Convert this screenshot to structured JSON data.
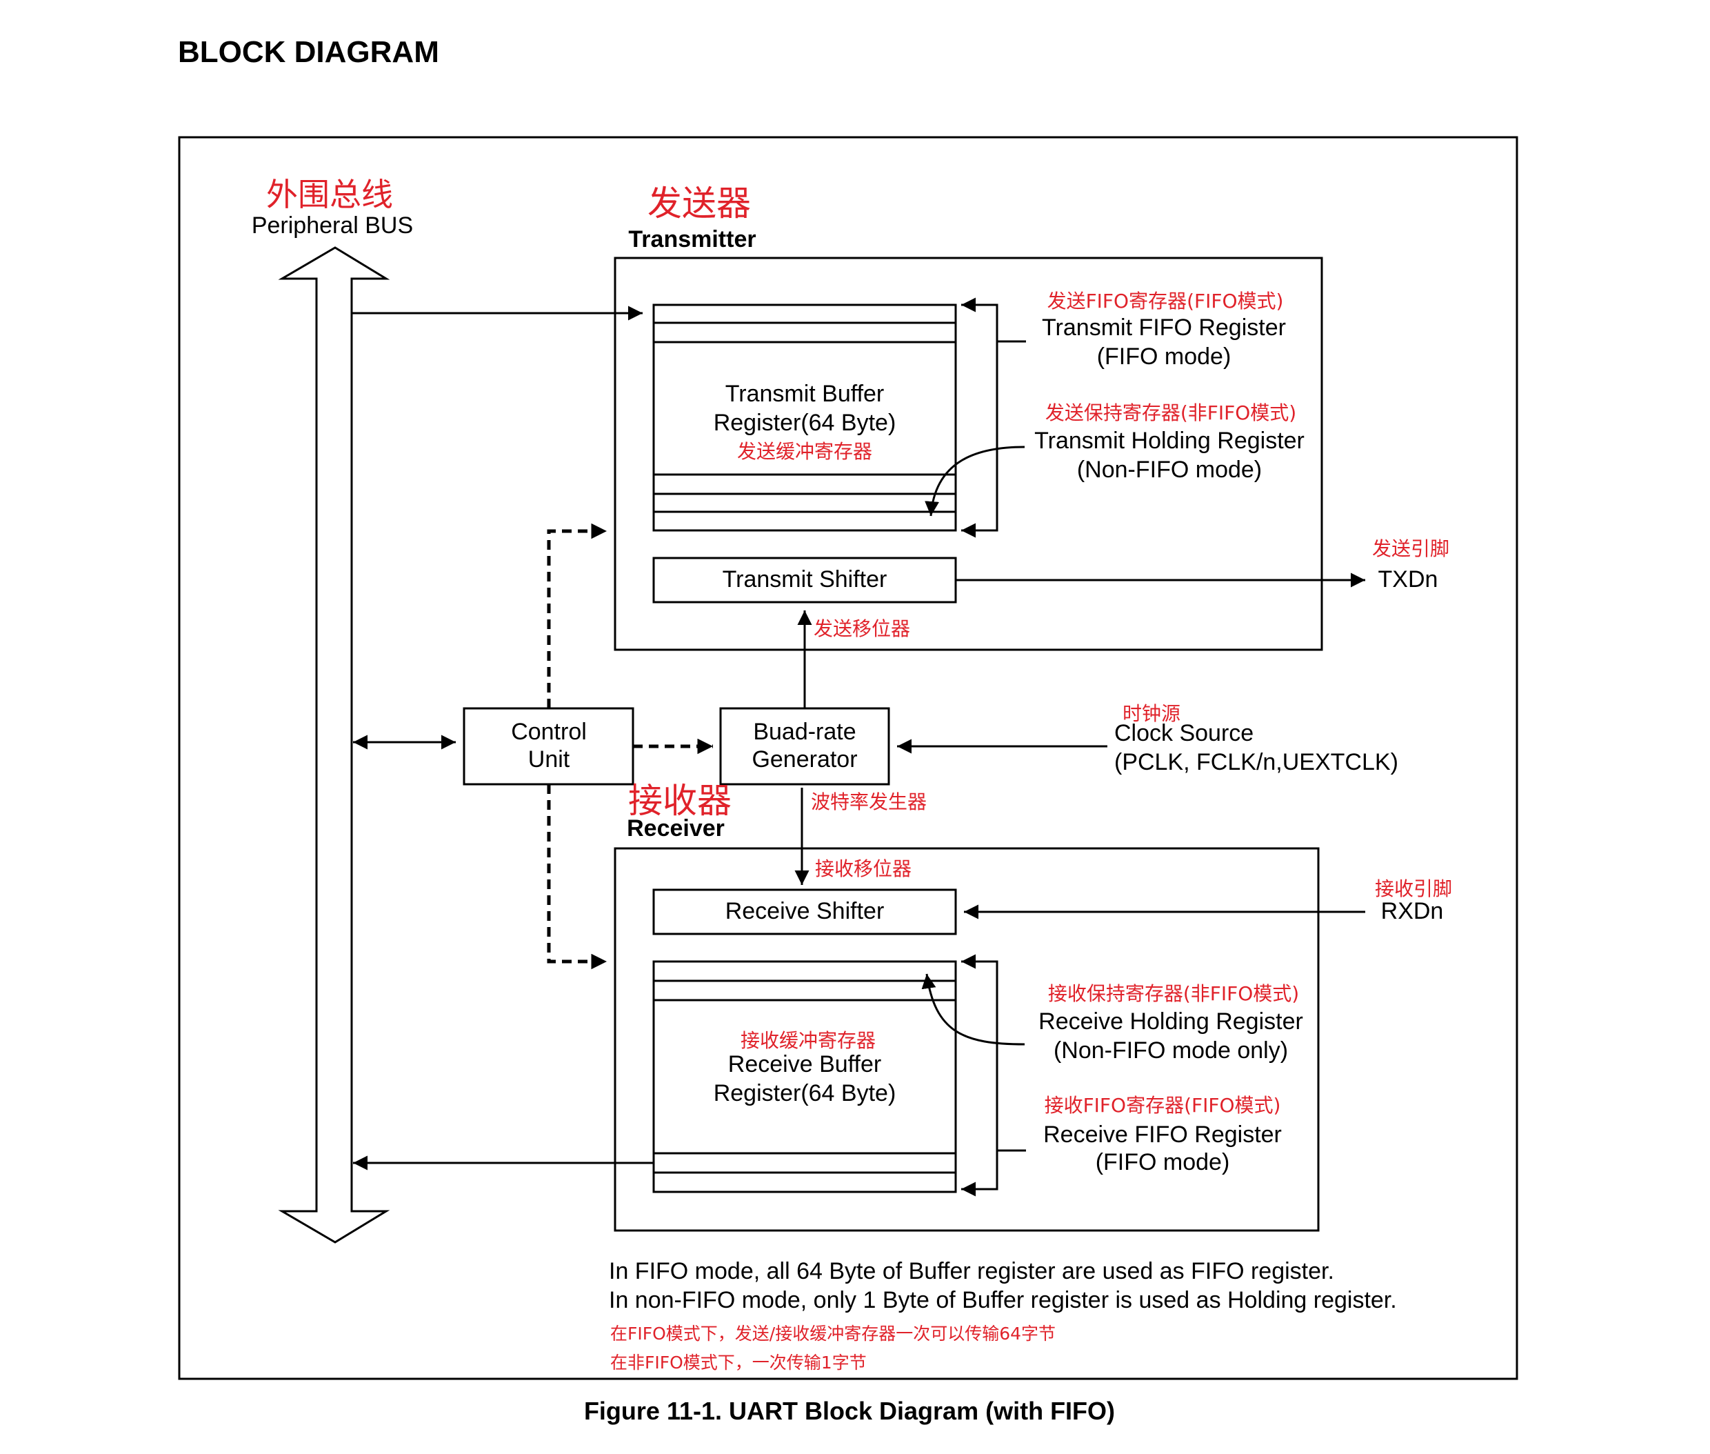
{
  "header": {
    "title": "BLOCK DIAGRAM"
  },
  "caption": "Figure 11-1. UART Block Diagram (with FIFO)",
  "bus": {
    "label_cn": "外围总线",
    "label_en": "Peripheral BUS"
  },
  "transmitter": {
    "label_cn": "发送器",
    "label_en": "Transmitter",
    "buffer": {
      "line1": "Transmit Buffer",
      "line2": "Register(64 Byte)",
      "cn": "发送缓冲寄存器"
    },
    "fifo_register": {
      "cn": "发送FIFO寄存器(FIFO模式)",
      "line1": "Transmit FIFO Register",
      "line2": "(FIFO mode)"
    },
    "holding_register": {
      "cn": "发送保持寄存器(非FIFO模式)",
      "line1": "Transmit Holding Register",
      "line2": "(Non-FIFO mode)"
    },
    "shifter": {
      "label": "Transmit Shifter",
      "cn": "发送移位器"
    },
    "pin": {
      "cn": "发送引脚",
      "label": "TXDn"
    }
  },
  "control_unit": {
    "line1": "Control",
    "line2": "Unit"
  },
  "baud_generator": {
    "line1": "Buad-rate",
    "line2": "Generator",
    "cn": "波特率发生器"
  },
  "clock_source": {
    "cn": "时钟源",
    "line1": "Clock Source",
    "line2": "(PCLK, FCLK/n,UEXTCLK)"
  },
  "receiver": {
    "label_cn": "接收器",
    "label_en": "Receiver",
    "shifter": {
      "label": "Receive Shifter",
      "cn": "接收移位器"
    },
    "pin": {
      "cn": "接收引脚",
      "label": "RXDn"
    },
    "buffer": {
      "cn": "接收缓冲寄存器",
      "line1": "Receive Buffer",
      "line2": "Register(64 Byte)"
    },
    "holding_register": {
      "cn": "接收保持寄存器(非FIFO模式)",
      "line1": "Receive Holding Register",
      "line2": "(Non-FIFO mode only)"
    },
    "fifo_register": {
      "cn": "接收FIFO寄存器(FIFO模式)",
      "line1": "Receive FIFO Register",
      "line2": "(FIFO mode)"
    }
  },
  "notes": {
    "en_line1": "In FIFO mode, all 64 Byte of Buffer register are used as FIFO register.",
    "en_line2": "In non-FIFO mode, only 1 Byte of Buffer register is used as Holding register.",
    "cn_line1": "在FIFO模式下，发送/接收缓冲寄存器一次可以传输64字节",
    "cn_line2": "在非FIFO模式下，一次传输1字节"
  },
  "colors": {
    "annotation": "#e0222a",
    "line": "#000000"
  }
}
